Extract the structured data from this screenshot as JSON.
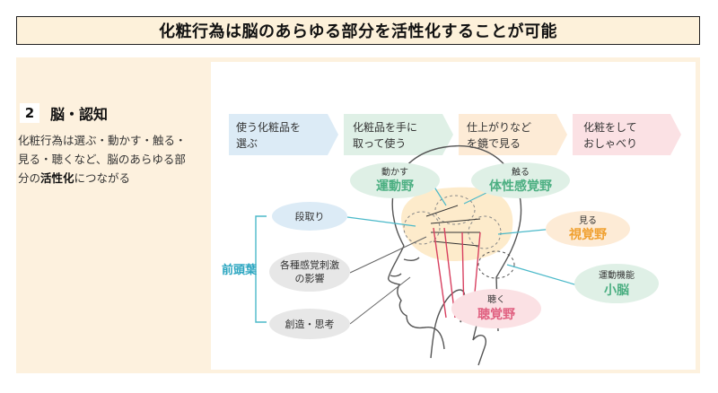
{
  "title": "化粧行為は脳のあらゆる部分を活性化することが可能",
  "section": {
    "number": "2",
    "heading": "脳・認知",
    "desc_part1": "化粧行為は選ぶ・動かす・触る・見る・聴くなど、脳のあらゆる部分の",
    "desc_bold": "活性化",
    "desc_part2": "につながる"
  },
  "steps": [
    {
      "line1": "使う化粧品を",
      "line2": "選ぶ",
      "color": "#dcebf6"
    },
    {
      "line1": "化粧品を手に",
      "line2": "取って使う",
      "color": "#dff0e6"
    },
    {
      "line1": "仕上がりなど",
      "line2": "を鏡で見る",
      "color": "#fdebd6"
    },
    {
      "line1": "化粧をして",
      "line2": "おしゃべり",
      "color": "#fbe1e4"
    }
  ],
  "frontal_lobe": "前頭葉",
  "frontal_items": [
    "段取り",
    "各種感覚刺激",
    "の影響",
    "創造・思考"
  ],
  "areas": [
    {
      "sub": "動かす",
      "main": "運動野",
      "color": "#4caf82"
    },
    {
      "sub": "触る",
      "main": "体性感覚野",
      "color": "#4caf82"
    },
    {
      "sub": "見る",
      "main": "視覚野",
      "color": "#f0a030"
    },
    {
      "sub": "運動機能",
      "main": "小脳",
      "color": "#4caf82"
    },
    {
      "sub": "聴く",
      "main": "聴覚野",
      "color": "#e06080"
    }
  ]
}
